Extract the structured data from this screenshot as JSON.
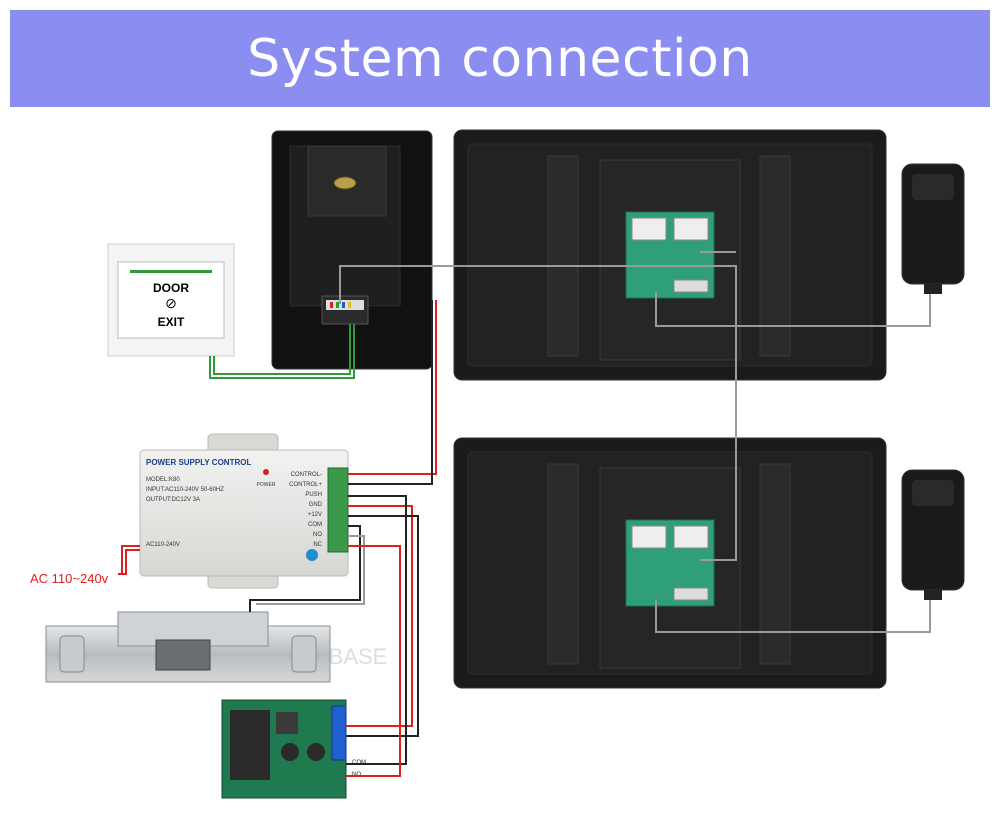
{
  "title": "System connection",
  "exit_button": {
    "line1": "DOOR",
    "line2": "EXIT"
  },
  "power_supply": {
    "header": "POWER SUPPLY CONTROL",
    "model": "MODEL:K80",
    "input": "INPUT:AC110-240V  50-60HZ",
    "output": "OUTPUT:DC12V  3A",
    "ac_label": "AC110-240V",
    "power_led": "POWER",
    "terminals": [
      "CONTROL-",
      "CONTROL+",
      "PUSH",
      "GND",
      "+12V",
      "COM",
      "NO",
      "NC"
    ]
  },
  "ac_input_label": "AC 110~240v",
  "lock_watermark": "BASE",
  "receiver_labels": [
    "COM",
    "NO"
  ],
  "colors": {
    "title_bg": "#8b8ef0",
    "wire_red": "#e02020",
    "wire_black": "#222222",
    "wire_green": "#2f9a3a",
    "wire_gray": "#9a9a9a",
    "ac_label": "#e02020"
  }
}
